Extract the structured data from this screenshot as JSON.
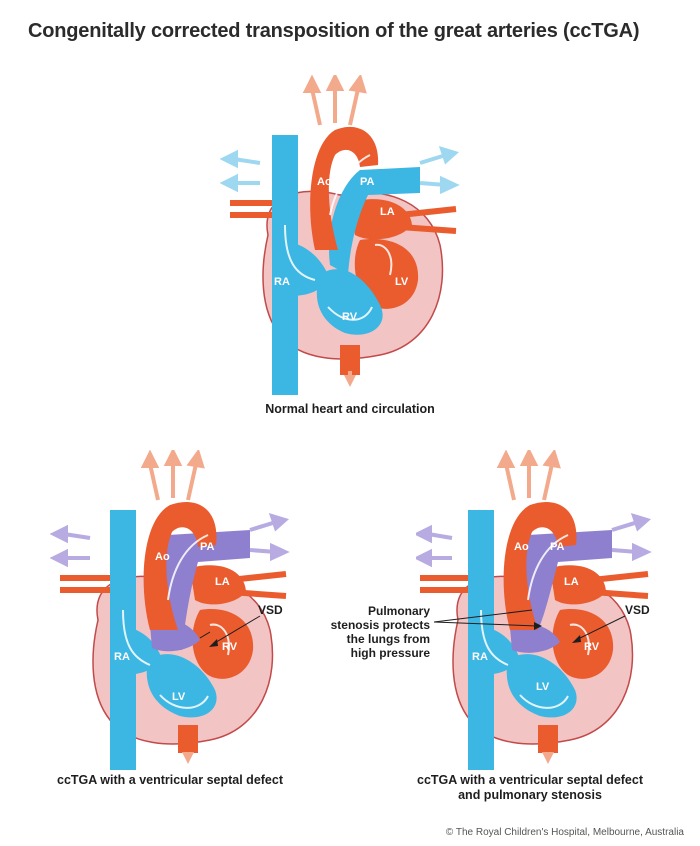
{
  "title": "Congenitally corrected transposition of the great arteries (ccTGA)",
  "colors": {
    "oxygenated": "#ea5b2e",
    "deoxygenated": "#3cb6e3",
    "mixed": "#8f7fcf",
    "heart_wall": "#f2c4c4",
    "heart_outline": "#c24a4a",
    "arrow_out": "#f3a98b",
    "arrow_blue": "#9ed8f0",
    "arrow_purple": "#b7abe2"
  },
  "diagrams": [
    {
      "caption": "Normal heart and circulation",
      "labels": {
        "ao": "Ao",
        "pa": "PA",
        "la": "LA",
        "ra": "RA",
        "lv": "LV",
        "rv": "RV"
      }
    },
    {
      "caption": "ccTGA with a ventricular septal defect",
      "labels": {
        "ao": "Ao",
        "pa": "PA",
        "la": "LA",
        "ra": "RA",
        "lv": "LV",
        "rv": "RV"
      },
      "callouts": {
        "vsd": "VSD"
      }
    },
    {
      "caption_line1": "ccTGA with a ventricular septal defect",
      "caption_line2": "and pulmonary stenosis",
      "labels": {
        "ao": "Ao",
        "pa": "PA",
        "la": "LA",
        "ra": "RA",
        "lv": "LV",
        "rv": "RV"
      },
      "callouts": {
        "vsd": "VSD",
        "stenosis_line1": "Pulmonary",
        "stenosis_line2": "stenosis protects",
        "stenosis_line3": "the lungs from",
        "stenosis_line4": "high pressure"
      }
    }
  ],
  "credit": "© The Royal Children's Hospital, Melbourne, Australia"
}
